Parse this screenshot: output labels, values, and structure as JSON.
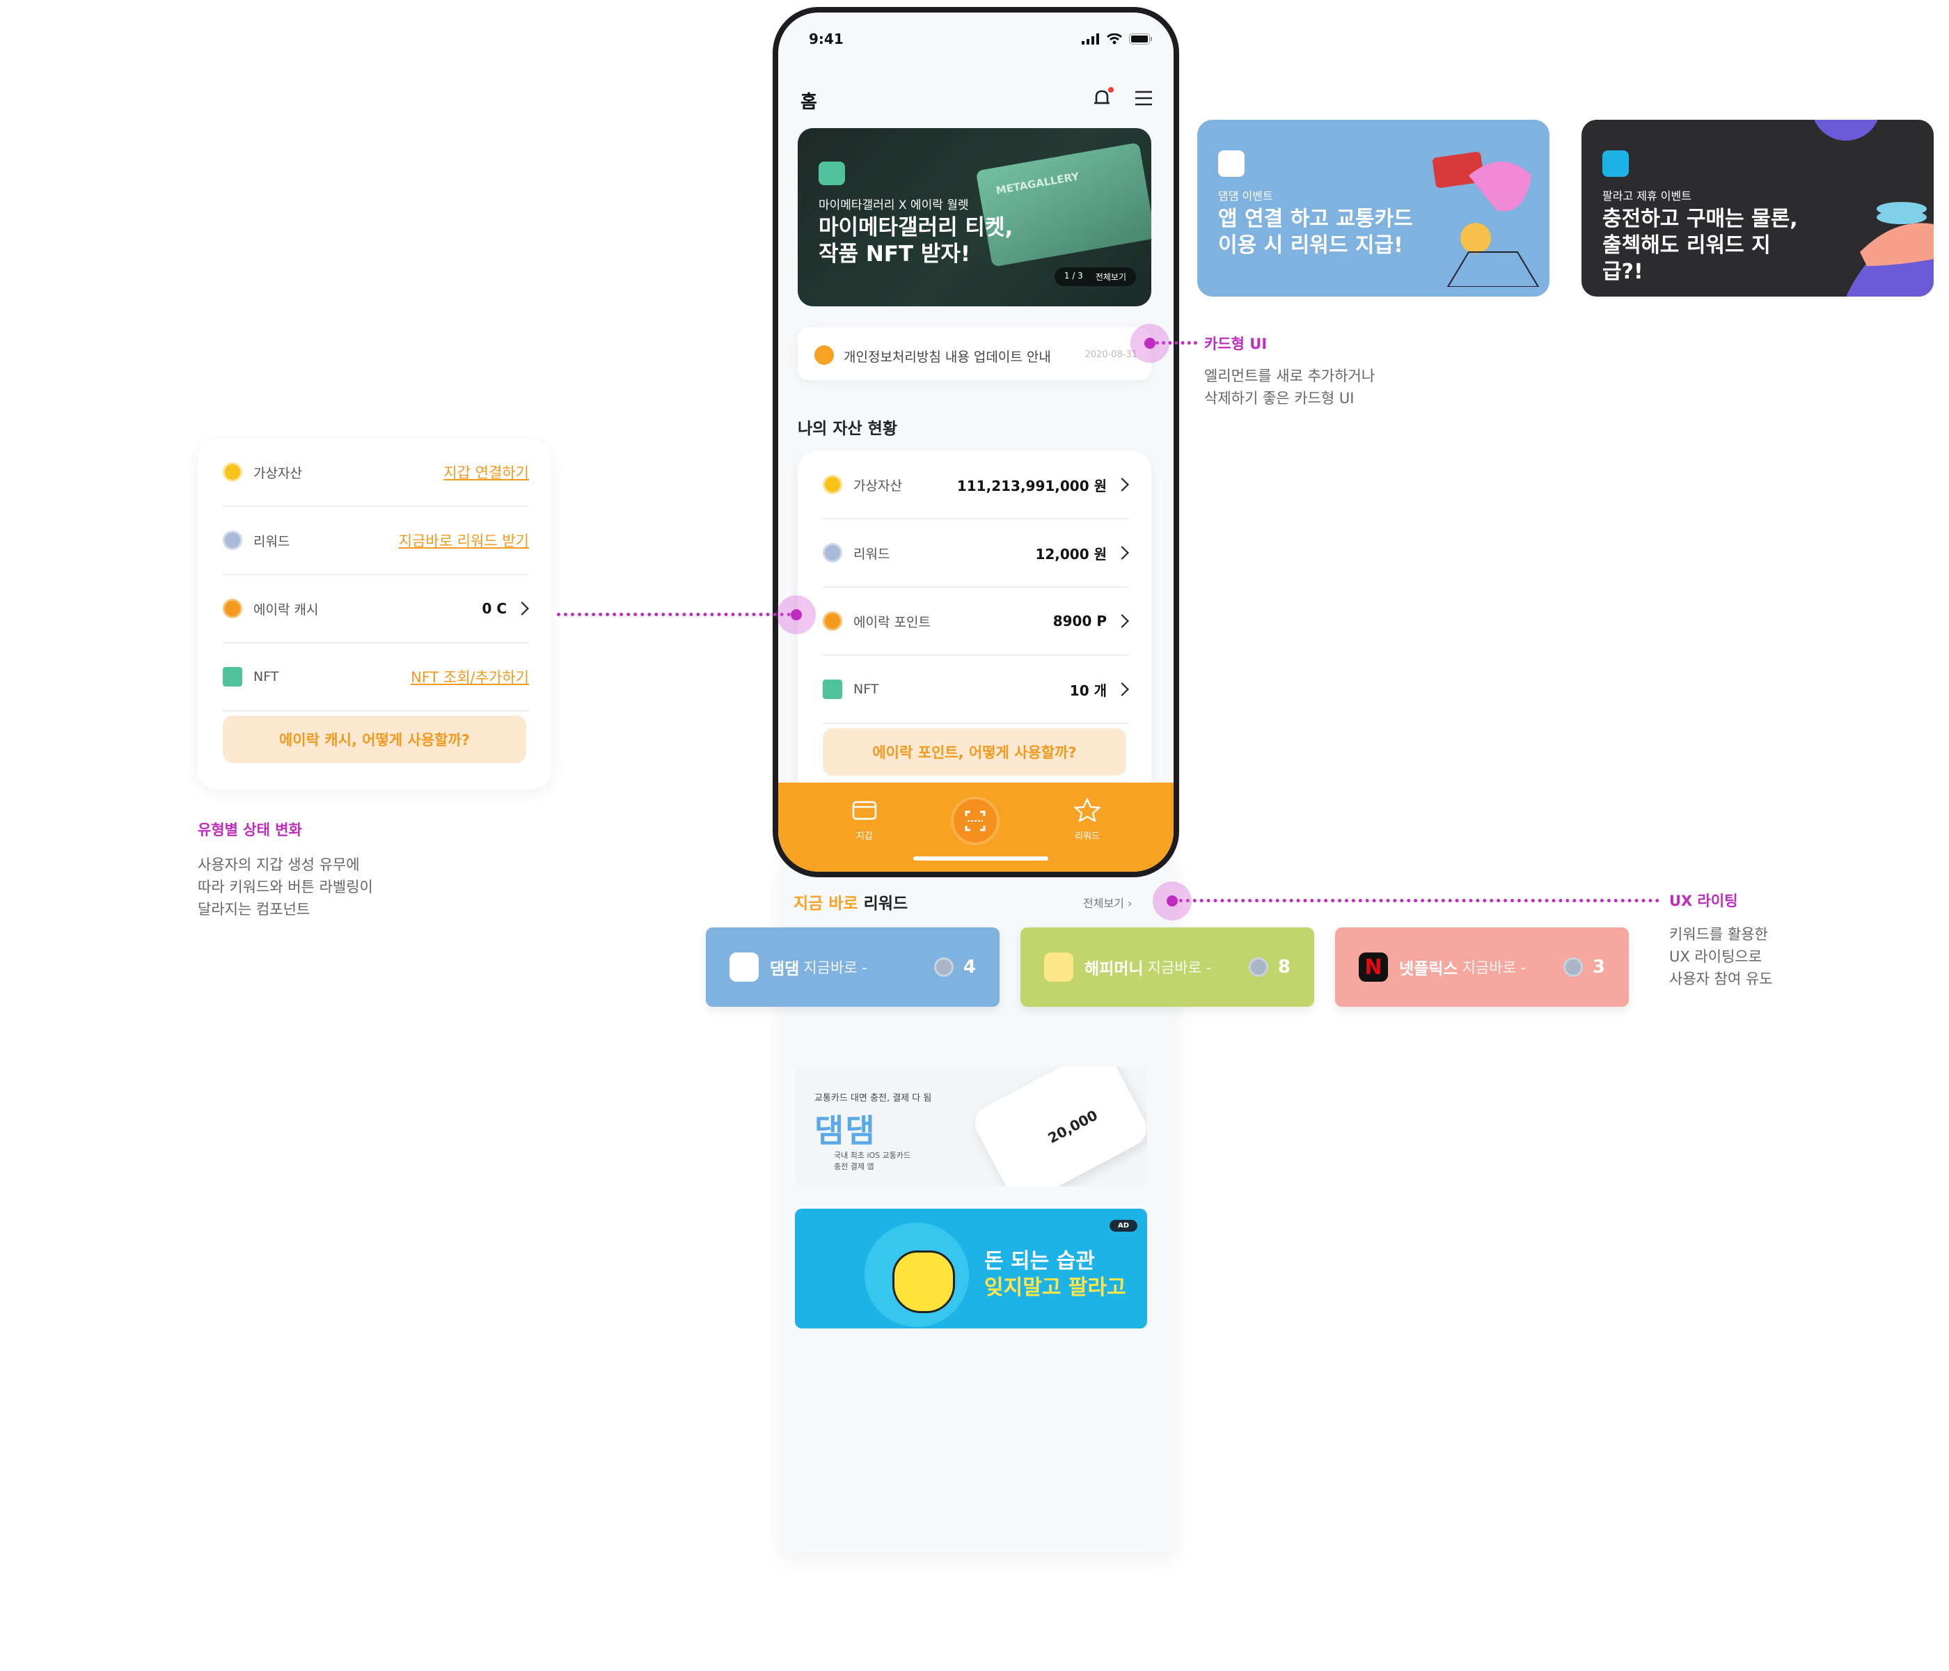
{
  "status": {
    "time": "9:41"
  },
  "header": {
    "title": "홈"
  },
  "hero": {
    "subtitle": "마이메타갤러리 X 에이락 월렛",
    "title": "마이메타갤러리 티켓, 작품 NFT 받자!",
    "ticket_text": "METAGALLERY",
    "pager": "1 / 3",
    "view_all": "전체보기"
  },
  "notice": {
    "text": "개인정보처리방침 내용 업데이트 안내",
    "date": "2020-08-31"
  },
  "assets": {
    "section_title": "나의 자산 현황",
    "rows": [
      {
        "label": "가상자산",
        "value": "111,213,991,000 원",
        "coin": "#f7c21a"
      },
      {
        "label": "리워드",
        "value": "12,000 원",
        "coin": "#a9bbd6"
      },
      {
        "label": "에이락 포인트",
        "value": "8900 P",
        "coin": "#f39a1e"
      },
      {
        "label": "NFT",
        "value": "10 개",
        "coin": "#4fc29b"
      }
    ],
    "cta": "에이락 포인트, 어떻게 사용할까?"
  },
  "tabbar": {
    "wallet": "지갑",
    "reward": "리워드"
  },
  "rewards": {
    "title_highlight": "지금 바로",
    "title_rest": " 리워드",
    "more": "전체보기",
    "cards": [
      {
        "name": "댐댐",
        "sub": "지금바로 -",
        "count": "4",
        "color": "#7fb2df"
      },
      {
        "name": "해피머니",
        "sub": "지금바로 -",
        "count": "8",
        "color": "#c2d46c"
      },
      {
        "name": "넷플릭스",
        "sub": "지금바로 -",
        "count": "3",
        "color": "#f6a7a0"
      }
    ]
  },
  "ad_dam": {
    "subtitle": "교통카드 대면 충전, 결제 다 됨",
    "logo": "댐댐",
    "small": "국내 최초 iOS 교통카드 충전 결제 앱",
    "amount": "20,000"
  },
  "ad_palrago": {
    "badge": "AD",
    "line1": "돈 되는 습관",
    "line2": "잊지말고 팔라고"
  },
  "left_widget": {
    "rows": [
      {
        "label": "가상자산",
        "link": "지갑 연결하기"
      },
      {
        "label": "리워드",
        "link": "지금바로 리워드 받기"
      },
      {
        "label": "에이락 캐시",
        "value": "0 C"
      },
      {
        "label": "NFT",
        "link": "NFT 조회/추가하기"
      }
    ],
    "cta": "에이락 캐시, 어떻게 사용할까?"
  },
  "notes": {
    "state": {
      "title": "유형별 상태 변화",
      "body": [
        "사용자의 지갑 생성 유무에",
        "따라 키워드와 버튼 라벨링이",
        "달라지는 컴포넌트"
      ]
    },
    "card": {
      "title": "카드형 UI",
      "body": [
        "엘리먼트를 새로 추가하거나",
        "삭제하기 좋은 카드형 UI"
      ]
    },
    "ux": {
      "title": "UX 라이팅",
      "body": [
        "키워드를 활용한",
        "UX 라이팅으로",
        "사용자 참여 유도"
      ]
    }
  },
  "events": [
    {
      "sub": "댐댐 이벤트",
      "title": "앱 연결 하고 교통카드 이용 시 리워드 지급!",
      "color": "#7fb2df"
    },
    {
      "sub": "팔라고 제휴 이벤트",
      "title": "충전하고 구매는 물론, 출첵해도 리워드 지급?!",
      "color": "#2c2c2e"
    }
  ],
  "icons": [
    "signal-icon",
    "wifi-icon",
    "battery-icon",
    "bell-icon",
    "menu-icon",
    "wallet-icon",
    "scan-icon",
    "star-icon",
    "chevron-right-icon",
    "coin-icon",
    "nft-icon"
  ]
}
